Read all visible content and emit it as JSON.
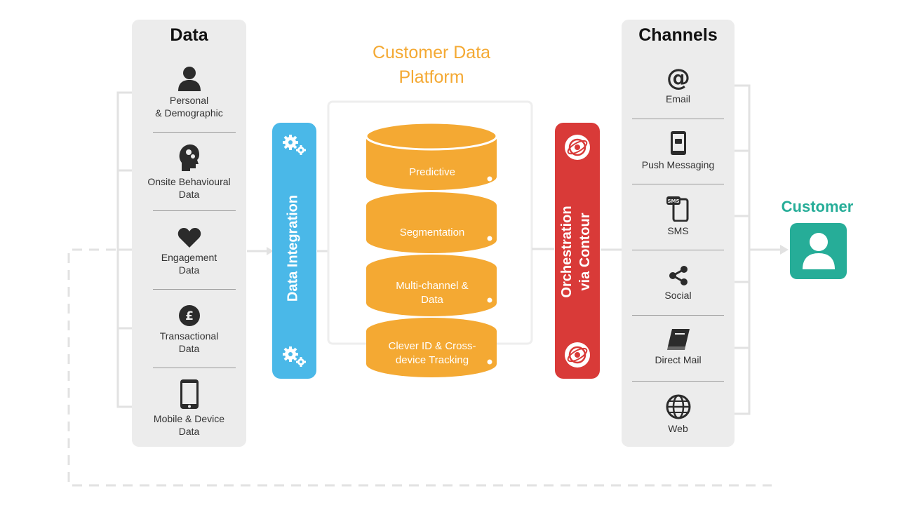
{
  "data_panel": {
    "title": "Data",
    "items": [
      {
        "label": "Personal\n& Demographic",
        "icon": "person-icon"
      },
      {
        "label": "Onsite Behavioural\nData",
        "icon": "head-gears-icon"
      },
      {
        "label": "Engagement\nData",
        "icon": "heart-icon"
      },
      {
        "label": "Transactional\nData",
        "icon": "pound-coin-icon"
      },
      {
        "label": "Mobile & Device\nData",
        "icon": "smartphone-icon"
      }
    ]
  },
  "integration": {
    "label": "Data Integration",
    "color": "#4ab8e8",
    "icon": "gears-icon"
  },
  "cdp": {
    "title": "Customer Data\nPlatform",
    "color": "#f4a933",
    "layers": [
      {
        "label": "Predictive"
      },
      {
        "label": "Segmentation"
      },
      {
        "label": "Multi-channel &\nData"
      },
      {
        "label": "Clever ID & Cross-\ndevice Tracking"
      }
    ]
  },
  "orchestration": {
    "label": "Orchestration\nvia Contour",
    "color": "#d93a38",
    "icon": "contour-logo-icon"
  },
  "channels_panel": {
    "title": "Channels",
    "items": [
      {
        "label": "Email",
        "icon": "at-sign-icon"
      },
      {
        "label": "Push Messaging",
        "icon": "phone-message-icon"
      },
      {
        "label": "SMS",
        "icon": "sms-phone-icon"
      },
      {
        "label": "Social",
        "icon": "share-icon"
      },
      {
        "label": "Direct Mail",
        "icon": "book-icon"
      },
      {
        "label": "Web",
        "icon": "globe-icon"
      }
    ]
  },
  "customer": {
    "title": "Customer",
    "color": "#26ad98",
    "icon": "user-avatar-icon"
  }
}
